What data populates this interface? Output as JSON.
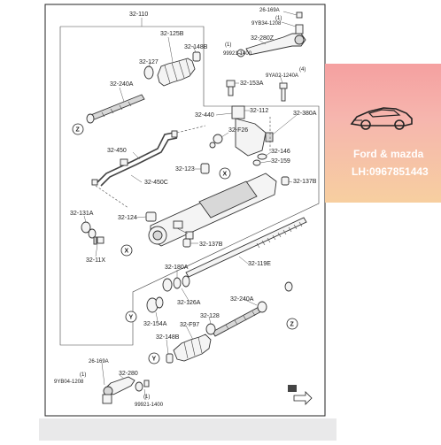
{
  "diagram": {
    "labels": {
      "p32_110": "32-110",
      "p32_125B": "32-125B",
      "p32_148B_top": "32-148B",
      "p32_127": "32-127",
      "p32_240A_top": "32-240A",
      "p26_169A_top": "26-169A",
      "p9YB34_top": "9YB34-1208",
      "one_top_a": "(1)",
      "one_top_b": "(1)",
      "p32_280Z": "32-280Z",
      "p99921_top": "99921-1400",
      "p9YA02": "9YA02-1240A",
      "four": "(4)",
      "p32_153A": "32-153A",
      "p32_440": "32-440",
      "p32_112": "32-112",
      "p32_380A": "32-380A",
      "p32_F26": "32-F26",
      "p32_146": "32-146",
      "p32_159": "32-159",
      "p32_450": "32-450",
      "p32_123": "32-123",
      "p32_450C": "32-450C",
      "p32_137B_r": "32-137B",
      "p32_131A": "32-131A",
      "p32_124": "32-124",
      "p32_11X": "32-11X",
      "p32_137B_m": "32-137B",
      "p32_180A": "32-180A",
      "p32_119E": "32-119E",
      "p32_126A": "32-126A",
      "p32_240A_bot": "32-240A",
      "p32_154A": "32-154A",
      "p32_F97": "32-F97",
      "p32_128": "32-128",
      "p32_148B_bot": "32-148B",
      "p26_169A_bot": "26-169A",
      "p9YB04_bot": "9YB04-1208",
      "one_bot_a": "(1)",
      "p32_280": "32-280",
      "one_bot_b": "(1)",
      "p99921_bot": "99921-1400"
    },
    "refs": {
      "z_top": "Z",
      "z_bot": "Z",
      "x_mid": "X",
      "x_low": "X",
      "y_low": "Y",
      "y_bot": "Y"
    }
  },
  "ad": {
    "brand": "Ford & mazda",
    "phone": "LH:0967851443",
    "gradient_top": "#f5a0a0",
    "gradient_bottom": "#f7cfa0"
  }
}
